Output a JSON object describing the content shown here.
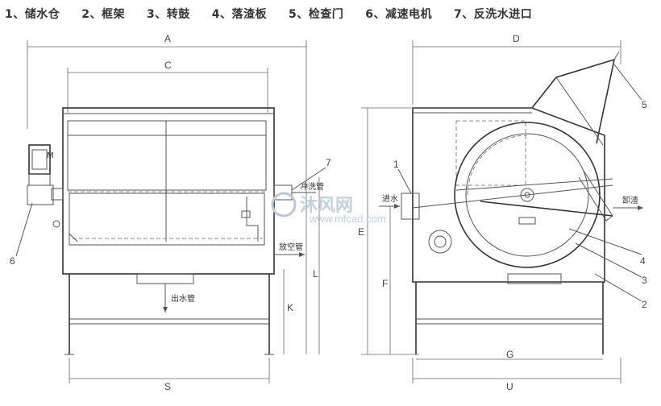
{
  "legend": [
    "1、储水仓",
    "2、框架",
    "3、转鼓",
    "4、落渣板",
    "5、检查门",
    "6、减速电机",
    "7、反洗水进口"
  ],
  "dims": {
    "A": "A",
    "C": "C",
    "S": "S",
    "K": "K",
    "L": "L",
    "D": "D",
    "E": "E",
    "F": "F",
    "G": "G",
    "U": "U"
  },
  "callouts": {
    "n1": "1",
    "n2": "2",
    "n3": "3",
    "n4": "4",
    "n5": "5",
    "n6": "6",
    "n7": "7"
  },
  "labels": {
    "backwash_pipe": "冲洗管",
    "drain_pipe": "放空管",
    "outlet_pipe": "出水管",
    "slag_discharge": "卸渣",
    "inlet": "进水",
    "motor_tag": "M"
  },
  "watermark": {
    "text": "沐风网",
    "url": "www.mfcad.com"
  }
}
